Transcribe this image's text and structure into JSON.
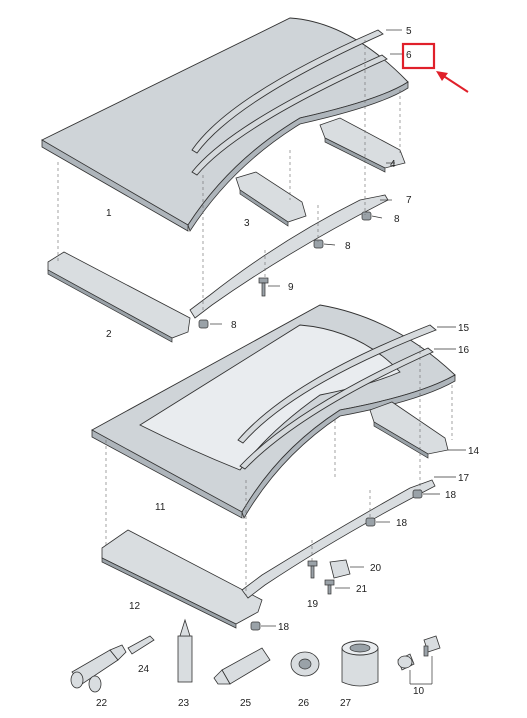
{
  "callouts": {
    "c1": "1",
    "c2": "2",
    "c3": "3",
    "c4": "4",
    "c5": "5",
    "c6": "6",
    "c7": "7",
    "c8a": "8",
    "c8b": "8",
    "c8c": "8",
    "c9": "9",
    "c10": "10",
    "c11": "11",
    "c12": "12",
    "c14": "14",
    "c15": "15",
    "c16": "16",
    "c17": "17",
    "c18a": "18",
    "c18b": "18",
    "c18c": "18",
    "c19": "19",
    "c20": "20",
    "c21": "21",
    "c22": "22",
    "c23": "23",
    "c24": "24",
    "c25": "25",
    "c26": "26",
    "c27": "27"
  },
  "highlight": {
    "color": "#e0202a",
    "target": "6"
  }
}
